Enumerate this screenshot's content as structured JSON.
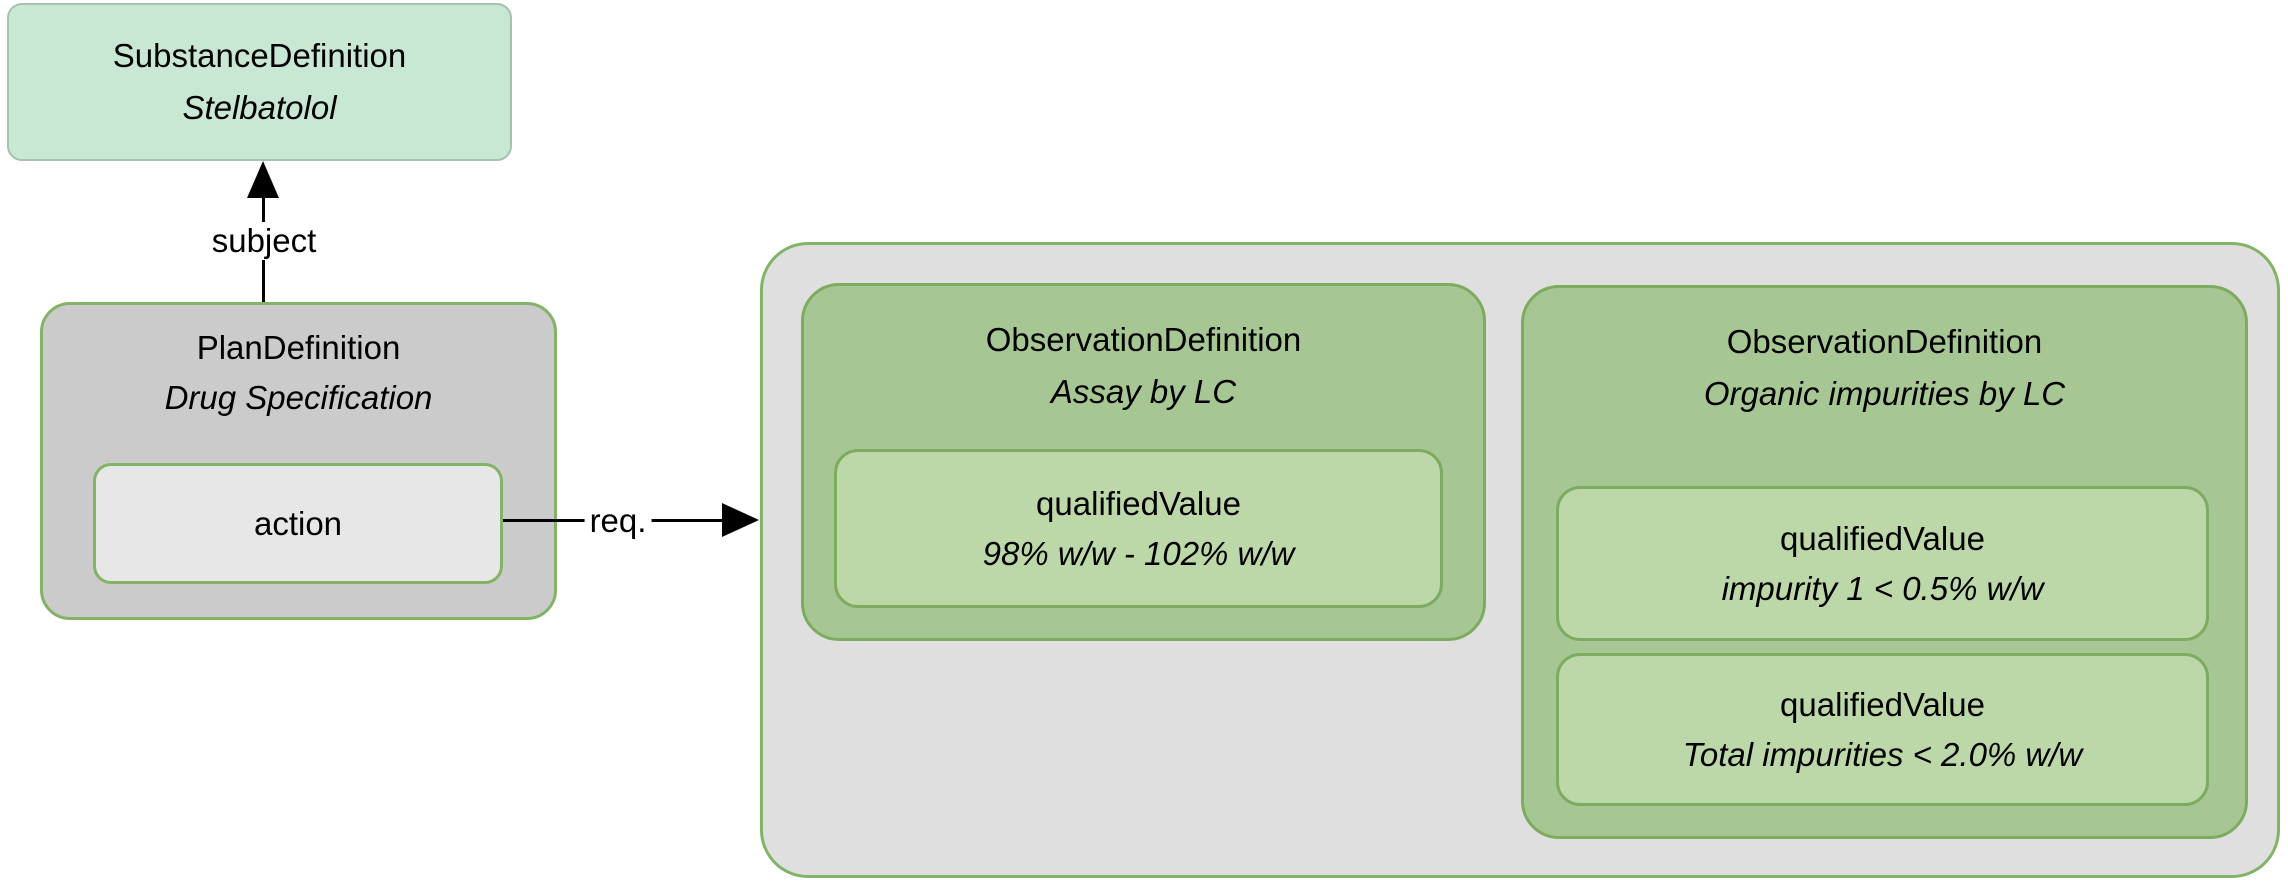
{
  "diagram": {
    "substance": {
      "resource": "SubstanceDefinition",
      "instance": "Stelbatolol"
    },
    "subject_arrow_label": "subject",
    "plan": {
      "resource": "PlanDefinition",
      "instance": "Drug Specification",
      "action_label": "action"
    },
    "req_arrow_label": "req.",
    "spec_group": {
      "observations": [
        {
          "resource": "ObservationDefinition",
          "instance": "Assay by LC",
          "qualified_values": [
            {
              "element": "qualifiedValue",
              "criterion": "98% w/w - 102% w/w"
            }
          ]
        },
        {
          "resource": "ObservationDefinition",
          "instance": "Organic impurities by LC",
          "qualified_values": [
            {
              "element": "qualifiedValue",
              "criterion": "impurity 1 < 0.5% w/w"
            },
            {
              "element": "qualifiedValue",
              "criterion": "Total impurities < 2.0% w/w"
            }
          ]
        }
      ]
    },
    "colors": {
      "substance_fill": "#c9e8d4",
      "substance_border": "#a6c1ac",
      "plan_fill": "#cbcbcb",
      "action_fill": "#e7e7e7",
      "group_fill": "#dfdfdf",
      "observation_fill": "#a6c793",
      "qualified_value_fill": "#bcd7a8",
      "green_border": "#82b366",
      "arrow_color": "#000000"
    }
  }
}
